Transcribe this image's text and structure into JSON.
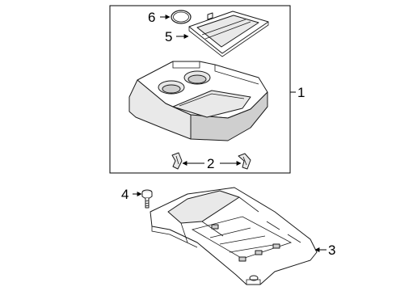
{
  "callouts": [
    {
      "id": "1",
      "label": "1"
    },
    {
      "id": "2",
      "label": "2"
    },
    {
      "id": "3",
      "label": "3"
    },
    {
      "id": "4",
      "label": "4"
    },
    {
      "id": "5",
      "label": "5"
    },
    {
      "id": "6",
      "label": "6"
    }
  ],
  "colors": {
    "line": "#1a1a1a",
    "background": "#ffffff",
    "shade": "#e9e9e9"
  }
}
